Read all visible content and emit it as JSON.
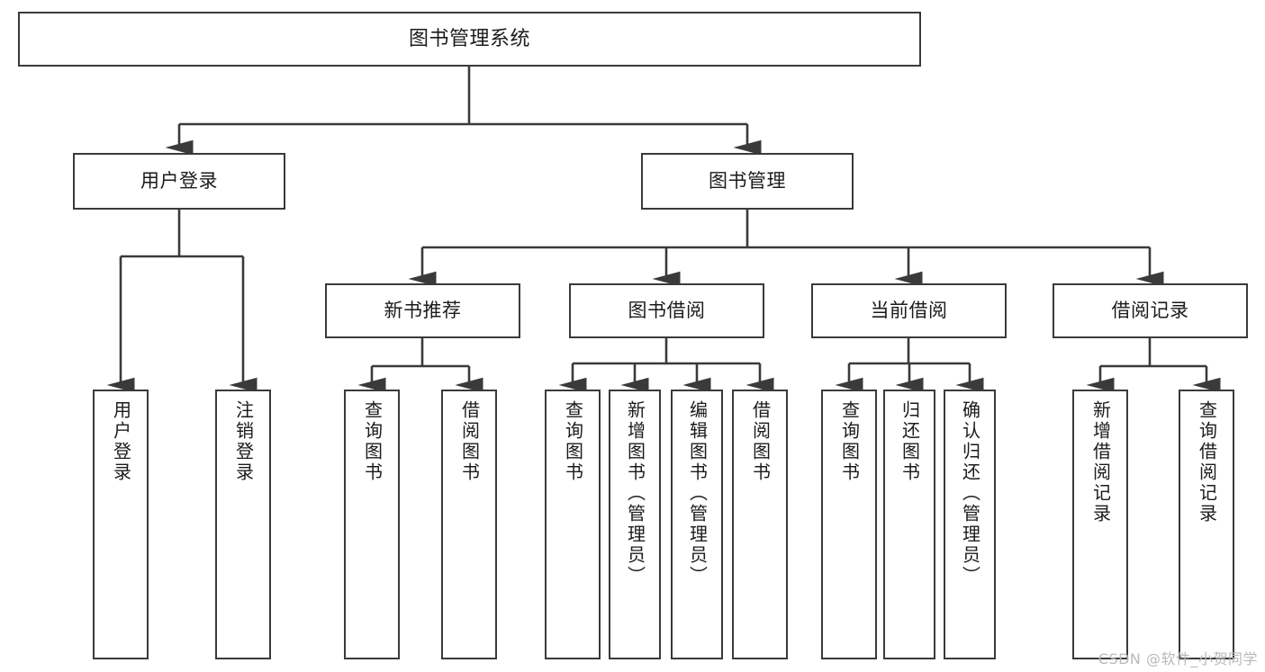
{
  "diagram": {
    "type": "tree",
    "title": "图书管理系统",
    "orientation": "top-down",
    "colors": {
      "box_border": "#3a3a3a",
      "box_fill": "#ffffff",
      "connector": "#3a3a3a",
      "text": "#1b1b1b",
      "watermark": "#b9b9b9"
    },
    "root": {
      "label": "图书管理系统"
    },
    "tier2": [
      {
        "label": "用户登录"
      },
      {
        "label": "图书管理"
      }
    ],
    "tier3": [
      {
        "label": "新书推荐"
      },
      {
        "label": "图书借阅"
      },
      {
        "label": "当前借阅"
      },
      {
        "label": "借阅记录"
      }
    ],
    "leaves": {
      "user_login": [
        {
          "label": "用户登录"
        },
        {
          "label": "注销登录"
        }
      ],
      "new_book_recommend": [
        {
          "label": "查询图书"
        },
        {
          "label": "借阅图书"
        }
      ],
      "book_borrow": [
        {
          "label": "查询图书"
        },
        {
          "label": "新增图书（管理员）"
        },
        {
          "label": "编辑图书（管理员）"
        },
        {
          "label": "借阅图书"
        }
      ],
      "current_borrow": [
        {
          "label": "查询图书"
        },
        {
          "label": "归还图书"
        },
        {
          "label": "确认归还（管理员）"
        }
      ],
      "borrow_record": [
        {
          "label": "新增借阅记录"
        },
        {
          "label": "查询借阅记录"
        }
      ]
    }
  },
  "watermark": {
    "text": "CSDN @软件_小贺同学"
  }
}
